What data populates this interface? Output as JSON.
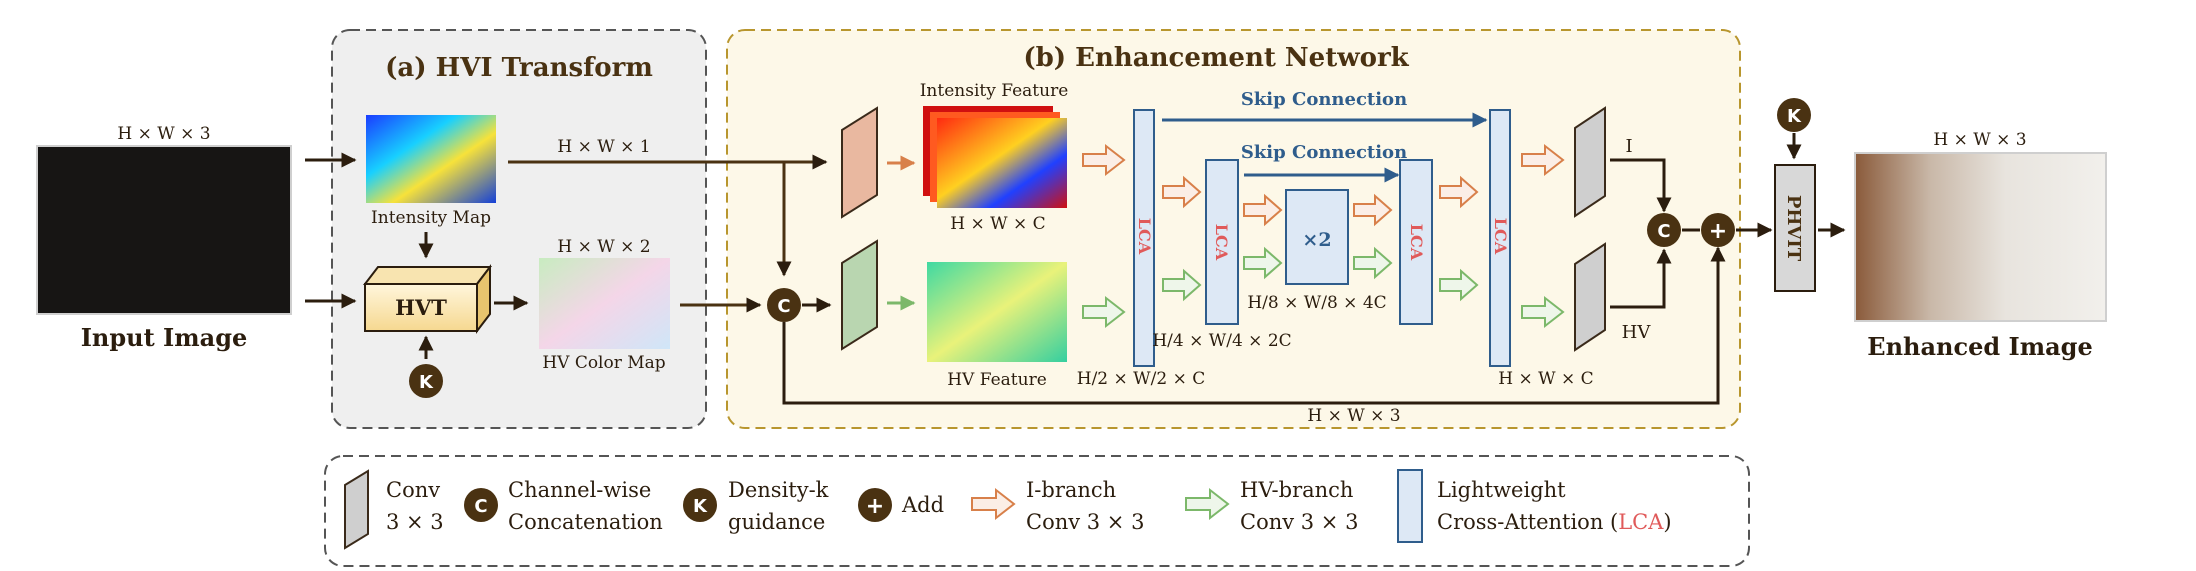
{
  "hvi_panel": {
    "title": "(a) HVI Transform"
  },
  "enh_panel": {
    "title": "(b) Enhancement Network"
  },
  "input": {
    "dims": "H × W × 3",
    "caption": "Input Image"
  },
  "output": {
    "dims": "H × W × 3",
    "caption": "Enhanced Image"
  },
  "intensity_map": {
    "label": "Intensity Map",
    "dims": "H × W × 1"
  },
  "hv_color_map": {
    "label": "HV Color Map",
    "dims": "H × W × 2"
  },
  "hvt": {
    "label": "HVT"
  },
  "phvit": {
    "label": "PHVIT"
  },
  "k_symbol": "K",
  "c_symbol": "C",
  "plus_symbol": "+",
  "features": {
    "intensity_title": "Intensity Feature",
    "intensity_dims": "H × W × C",
    "hv_title": "HV Feature"
  },
  "skip": {
    "outer": "Skip Connection",
    "inner": "Skip Connection"
  },
  "lca_label": "LCA",
  "x2_label": "×2",
  "dims": {
    "half": "H/2 × W/2 × C",
    "quarter": "H/4 × W/4 × 2C",
    "eighth": "H/8 × W/8 × 4C",
    "full": "H × W × C",
    "residual": "H × W × 3"
  },
  "branch_out": {
    "i": "I",
    "hv": "HV"
  },
  "legend": {
    "conv": [
      "Conv",
      "3 × 3"
    ],
    "concat": [
      "Channel-wise",
      "Concatenation"
    ],
    "density": [
      "Density-k",
      "guidance"
    ],
    "add": "Add",
    "ibranch": [
      "I-branch",
      "Conv 3 × 3"
    ],
    "hvbranch": [
      "HV-branch",
      "Conv 3 × 3"
    ],
    "lca": [
      "Lightweight",
      "Cross-Attention (",
      "LCA",
      ")"
    ]
  },
  "colors": {
    "brown": "#4a3212",
    "lca_text": "#e05a5a",
    "lca_fill": "#dde8f5",
    "skip_blue": "#2f5d8c",
    "i_arrow": "#d8804a",
    "hv_arrow": "#7cb86a",
    "hvi_bg": "#efefef",
    "enh_bg": "#fdf8e8"
  }
}
